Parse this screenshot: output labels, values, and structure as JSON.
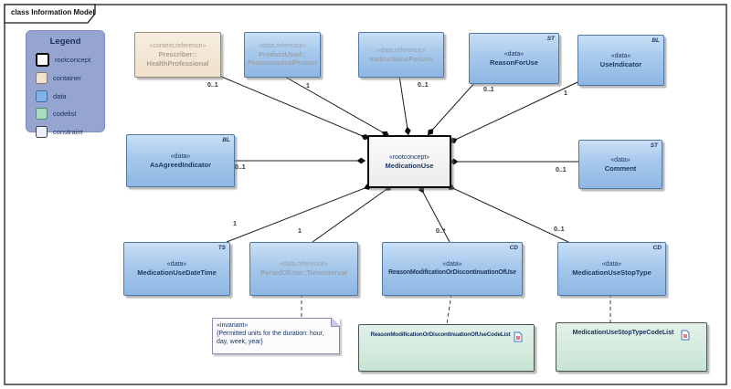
{
  "frame": {
    "title": "class Information Model"
  },
  "legend": {
    "title": "Legend",
    "items": [
      {
        "label": "rootconcept",
        "color": "#FFFFFF"
      },
      {
        "label": "container",
        "color": "#F0E2CE"
      },
      {
        "label": "data",
        "color": "#7EB4EA"
      },
      {
        "label": "codelist",
        "color": "#A8DCC2"
      },
      {
        "label": "constraint",
        "color": "#EFEFFB"
      }
    ]
  },
  "nodes": {
    "healthprofessional": {
      "stereotype": "«context,reference»",
      "name1": "Prescriber::",
      "name2": "HealthProfessional",
      "type_marker": ""
    },
    "pharmaceuticalproduct": {
      "stereotype": "«data,reference»",
      "name1": "ProductUsed::",
      "name2": "PharmaceuticalProduct",
      "type_marker": ""
    },
    "instructionsforuse": {
      "stereotype": "«data,reference»",
      "name1": "InstructionsForUse",
      "type_marker": ""
    },
    "reasonforuse": {
      "stereotype": "«data»",
      "name1": "ReasonForUse",
      "type_marker": "ST"
    },
    "useindicator": {
      "stereotype": "«data»",
      "name1": "UseIndicator",
      "type_marker": "BL"
    },
    "asagreedindicator": {
      "stereotype": "«data»",
      "name1": "AsAgreedIndicator",
      "type_marker": "BL"
    },
    "medicationuse": {
      "stereotype": "«rootconcept»",
      "name1": "MedicationUse",
      "type_marker": ""
    },
    "comment": {
      "stereotype": "«data»",
      "name1": "Comment",
      "type_marker": "ST"
    },
    "medicationusedatetime": {
      "stereotype": "«data»",
      "name1": "MedicationUseDateTime",
      "type_marker": "TS"
    },
    "periodofuse": {
      "stereotype": "«data,reference»",
      "name1": "PeriodOfUse::TimeInterval",
      "type_marker": ""
    },
    "reasonmodification": {
      "stereotype": "«data»",
      "name1": "ReasonModificationOrDiscontinuationOfUse",
      "type_marker": "CD"
    },
    "medicationusestoptype": {
      "stereotype": "«data»",
      "name1": "MedicationUseStopType",
      "type_marker": "CD"
    }
  },
  "codelists": {
    "reasonmodification_codelist": {
      "name": "ReasonModificationOrDiscontinuationOfUseCodeList"
    },
    "medicationusestoptype_codelist": {
      "name": "MedicationUseStopTypeCodeList"
    }
  },
  "note": {
    "stereotype": "«invariant»",
    "text": "{Permitted units for the duration: hour, day, week, year}"
  },
  "multiplicities": {
    "healthprofessional": "0..1",
    "pharmaceuticalproduct": "1",
    "instructionsforuse": "0..1",
    "reasonforuse": "0..1",
    "useindicator": "1",
    "asagreedindicator": "0..1",
    "comment": "0..1",
    "medicationusedatetime": "1",
    "periodofuse": "1",
    "reasonmodification": "0..*",
    "medicationusestoptype": "0..1"
  },
  "colors": {
    "data_fill": "#A6C8EC",
    "data_border": "#4E79A6",
    "container_fill": "#EFE0CA",
    "codelist_fill": "#C7E4D3",
    "constraint_fill": "#FBFBFE",
    "legend_bg": "#96A5D0",
    "navy_text": "#1F3864",
    "reference_text": "#98A2AE",
    "codelist_icon_accent": "#C00000"
  }
}
